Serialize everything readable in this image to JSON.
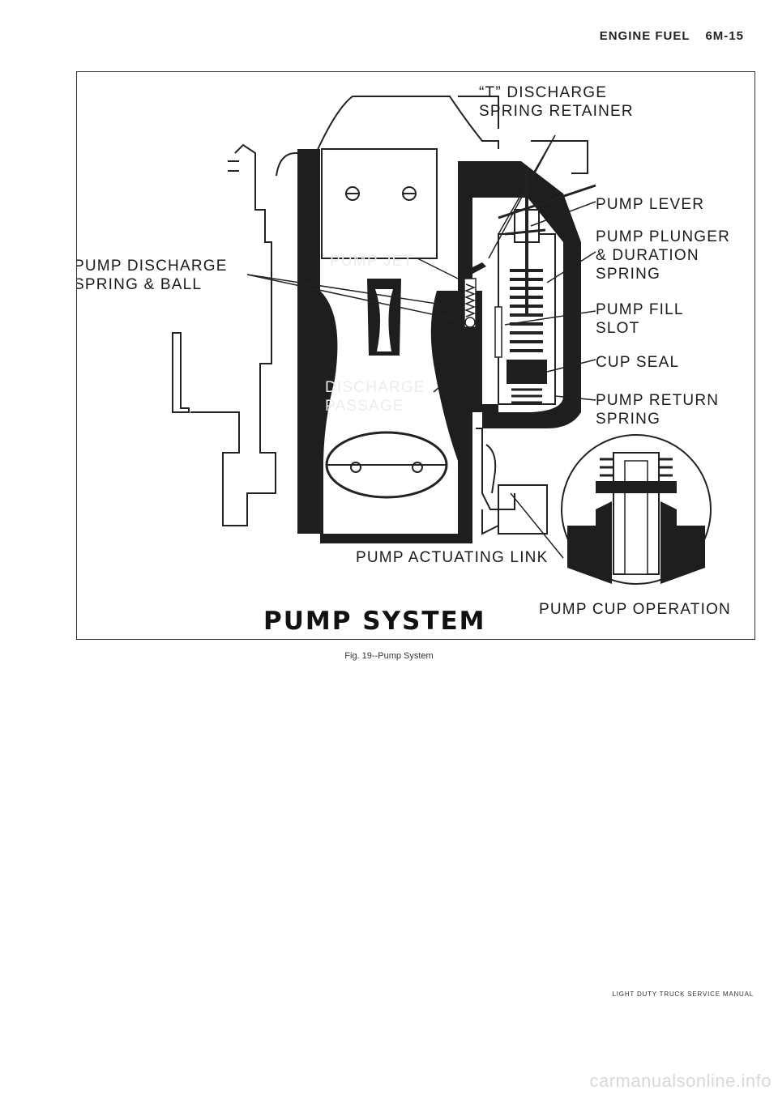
{
  "header": {
    "section": "ENGINE FUEL",
    "page": "6M-15"
  },
  "figure": {
    "title": "PUMP SYSTEM",
    "inset_label": "PUMP CUP OPERATION",
    "callouts": {
      "t_retainer": "“T” DISCHARGE\nSPRING RETAINER",
      "pump_lever": "PUMP LEVER",
      "plunger": "PUMP PLUNGER\n& DURATION\nSPRING",
      "discharge_ball": "PUMP DISCHARGE\nSPRING & BALL",
      "pump_jet": "PUMP JET",
      "fill_slot": "PUMP FILL\nSLOT",
      "cup_seal": "CUP SEAL",
      "discharge_passage": "DISCHARGE\nPASSAGE",
      "return_spring": "PUMP RETURN\nSPRING",
      "actuating_link": "PUMP ACTUATING LINK"
    }
  },
  "caption": "Fig. 19--Pump System",
  "footer": "LIGHT DUTY TRUCK SERVICE MANUAL",
  "watermark": "carmanualsonline.info"
}
